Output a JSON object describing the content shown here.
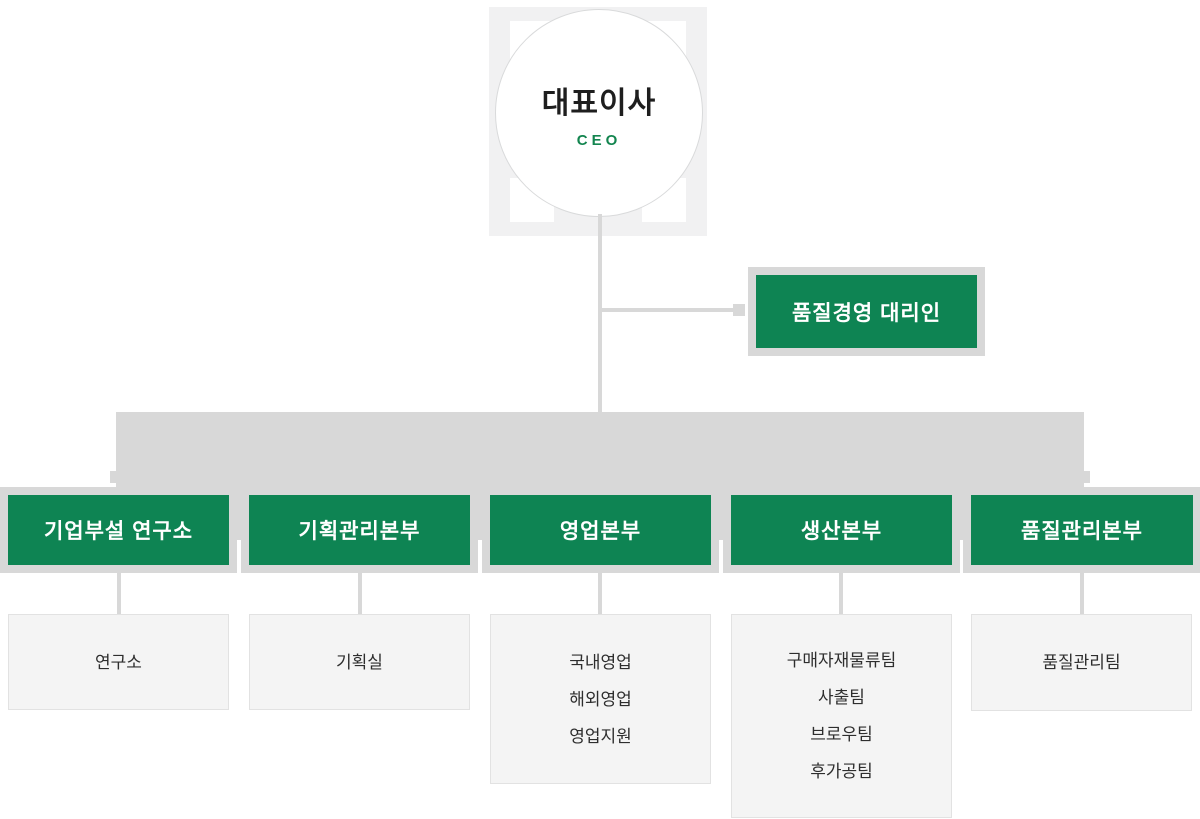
{
  "ceo": {
    "name": "대표이사",
    "role": "CEO"
  },
  "quality_rep": {
    "label": "품질경영 대리인"
  },
  "departments": [
    {
      "label": "기업부설 연구소",
      "children": [
        "연구소"
      ]
    },
    {
      "label": "기획관리본부",
      "children": [
        "기획실"
      ]
    },
    {
      "label": "영업본부",
      "children": [
        "국내영업",
        "해외영업",
        "영업지원"
      ]
    },
    {
      "label": "생산본부",
      "children": [
        "구매자재물류팀",
        "사출팀",
        "브로우팀",
        "후가공팀"
      ]
    },
    {
      "label": "품질관리본부",
      "children": [
        "품질관리팀"
      ]
    }
  ],
  "colors": {
    "box_green": "#0e8453",
    "connector_gray": "#d8d8d8",
    "decor_panel_gray": "#f1f1f2",
    "child_box_bg": "#f4f4f4",
    "ceo_accent_green": "#13854f"
  }
}
